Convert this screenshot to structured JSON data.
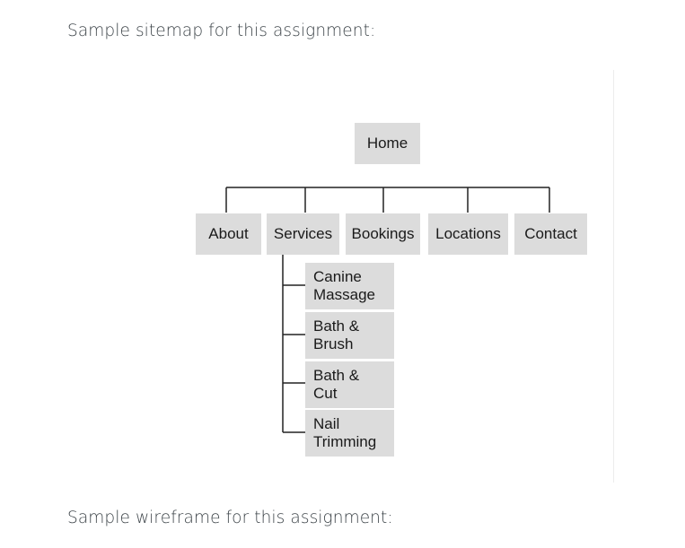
{
  "captions": {
    "sitemap": "Sample sitemap for this assignment:",
    "wireframe": "Sample wireframe for this assignment:"
  },
  "sitemap": {
    "root": "Home",
    "level1": [
      "About",
      "Services",
      "Bookings",
      "Locations",
      "Contact"
    ],
    "services_children": [
      "Canine\nMassage",
      "Bath &\nBrush",
      "Bath &\nCut",
      "Nail\nTrimming"
    ]
  },
  "colors": {
    "node_fill": "#dcdcdc",
    "connector": "#222222",
    "caption_text": "#3d4449"
  }
}
